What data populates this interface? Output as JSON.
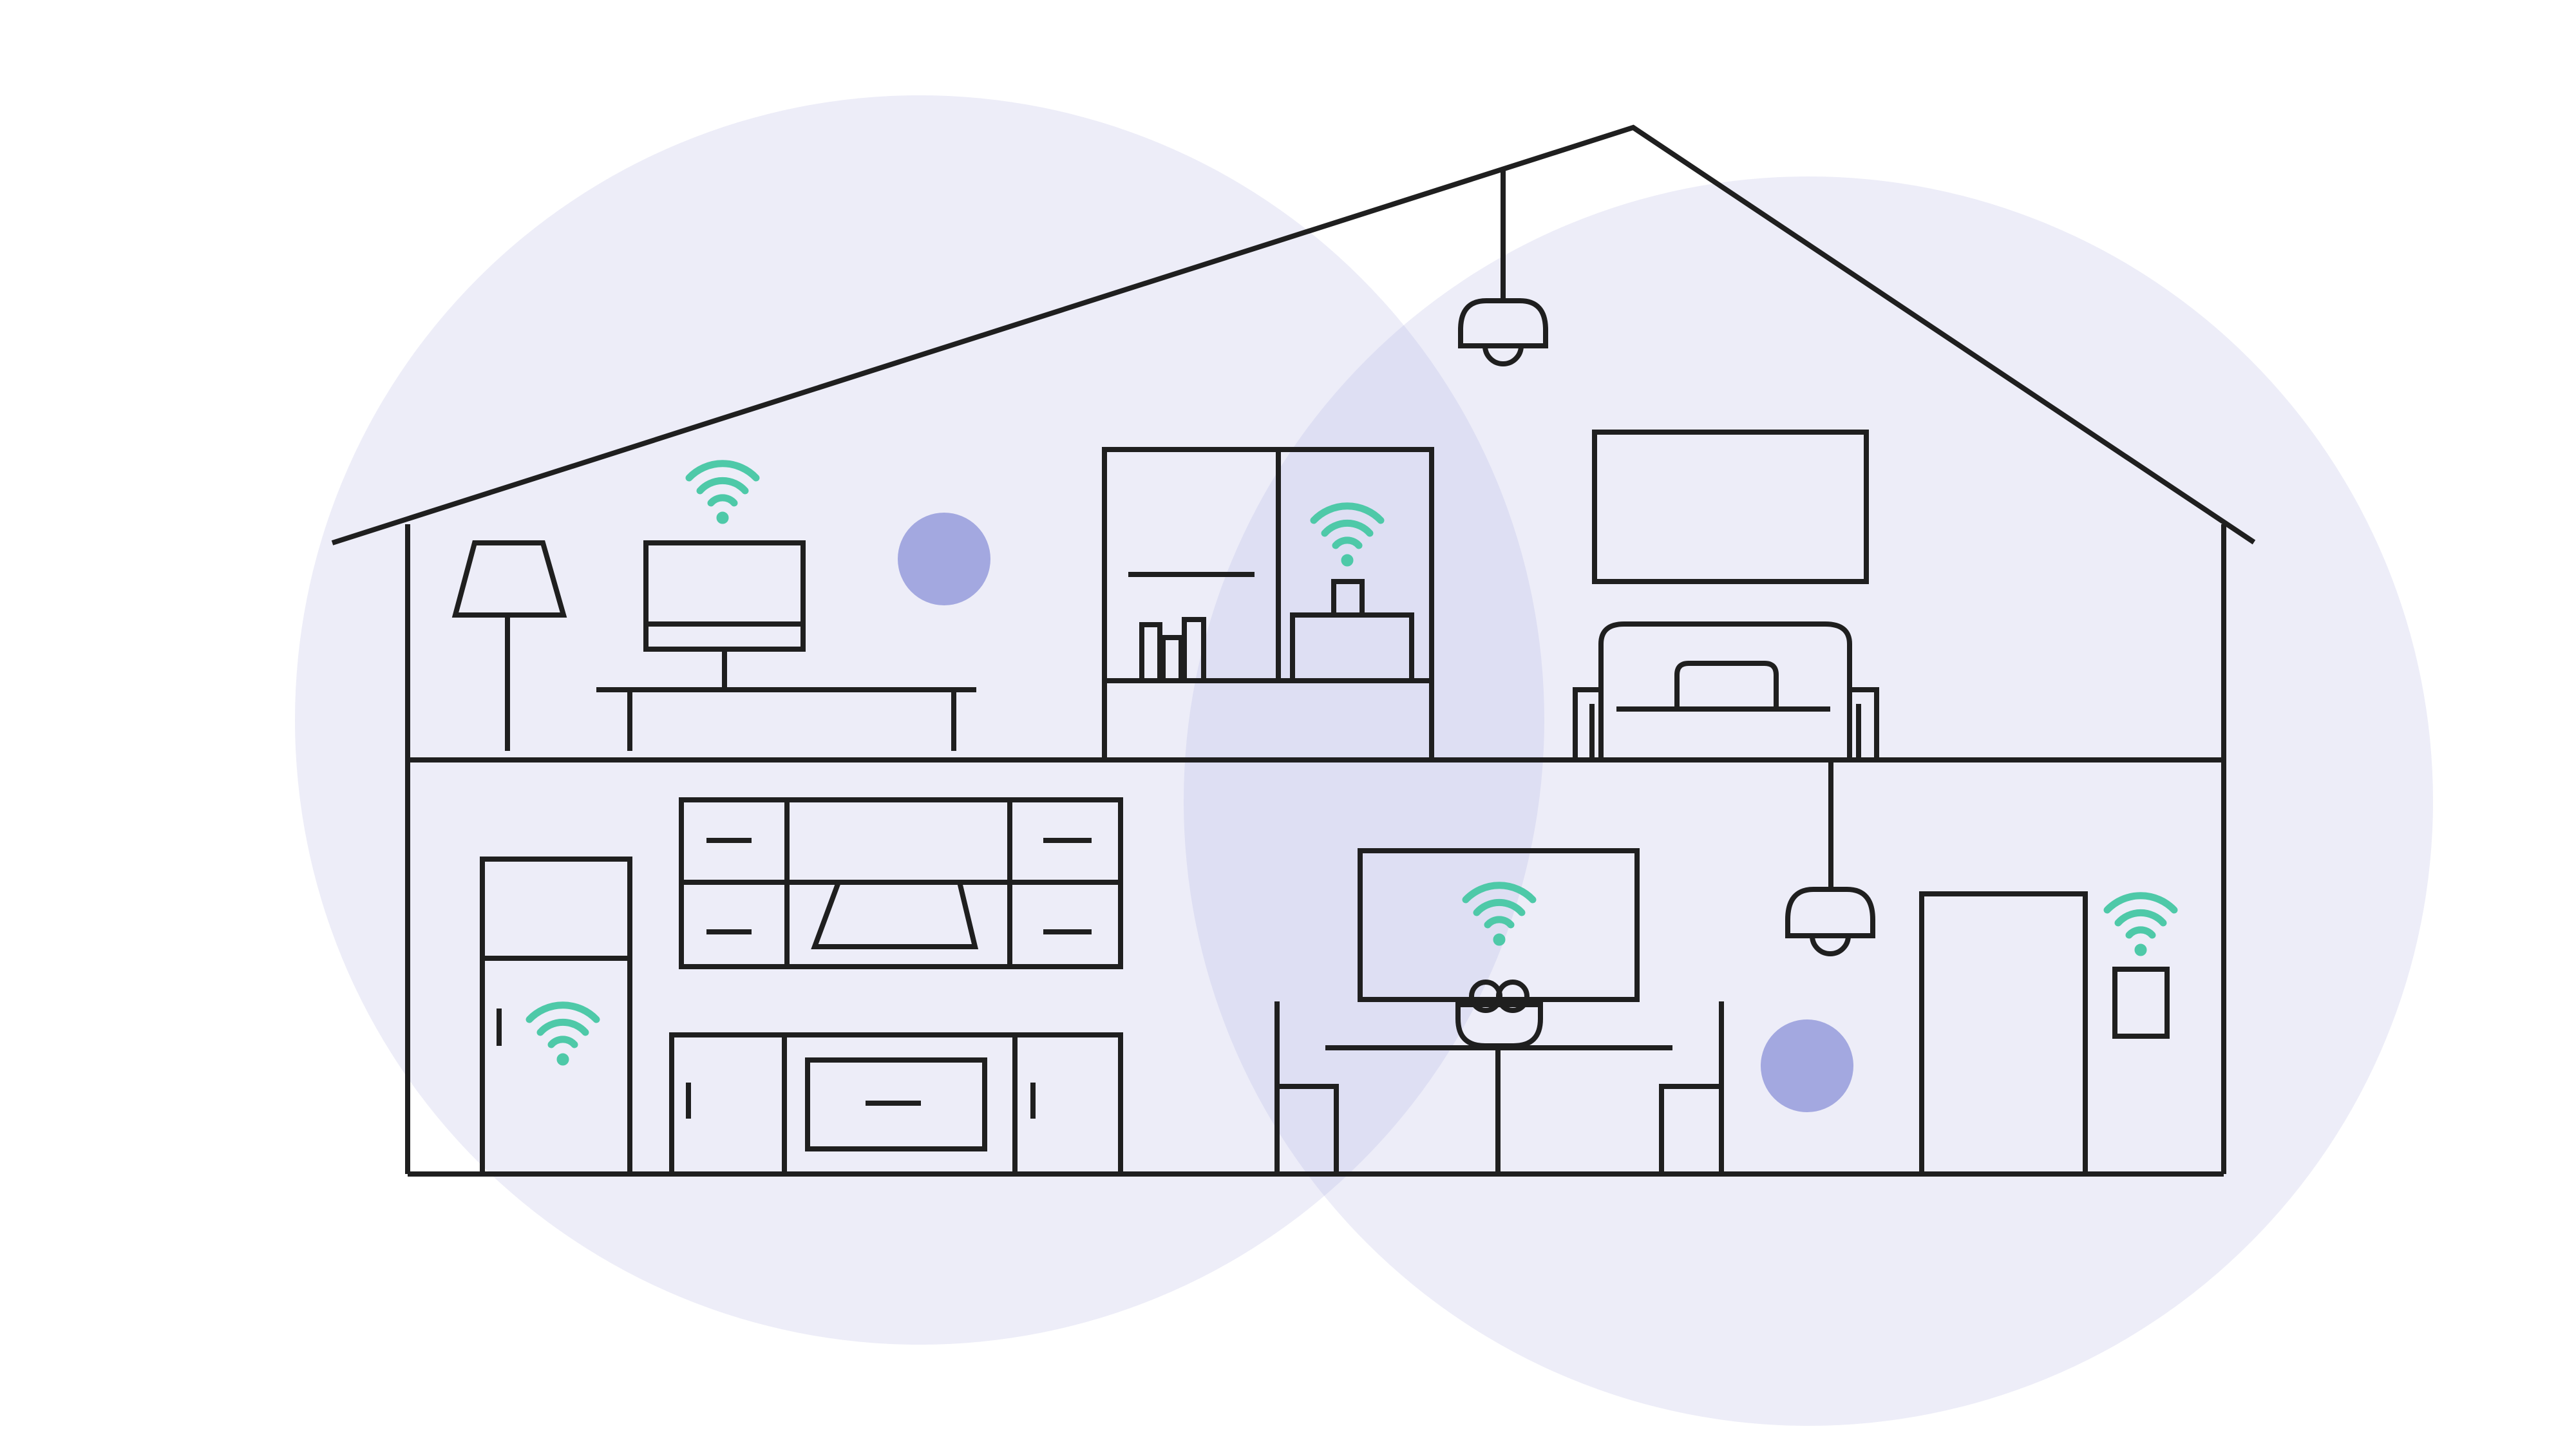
{
  "colors": {
    "background": "#ffffff",
    "coverage_zone": "#ededf8",
    "coverage_overlap": "#dedff3",
    "mesh_node": "#a3a8e0",
    "wifi_signal": "#4ec9a8",
    "line": "#1f1f1f"
  },
  "icons": {
    "signal": "wifi-icon",
    "node": "mesh-node-icon"
  },
  "coverage_zones": 2,
  "mesh_nodes": 2,
  "wifi_devices": [
    {
      "name": "tv",
      "icon": "wifi-icon"
    },
    {
      "name": "router-on-shelf",
      "icon": "wifi-icon"
    },
    {
      "name": "fridge",
      "icon": "wifi-icon"
    },
    {
      "name": "dining-window",
      "icon": "wifi-icon"
    },
    {
      "name": "thermostat",
      "icon": "wifi-icon"
    }
  ]
}
